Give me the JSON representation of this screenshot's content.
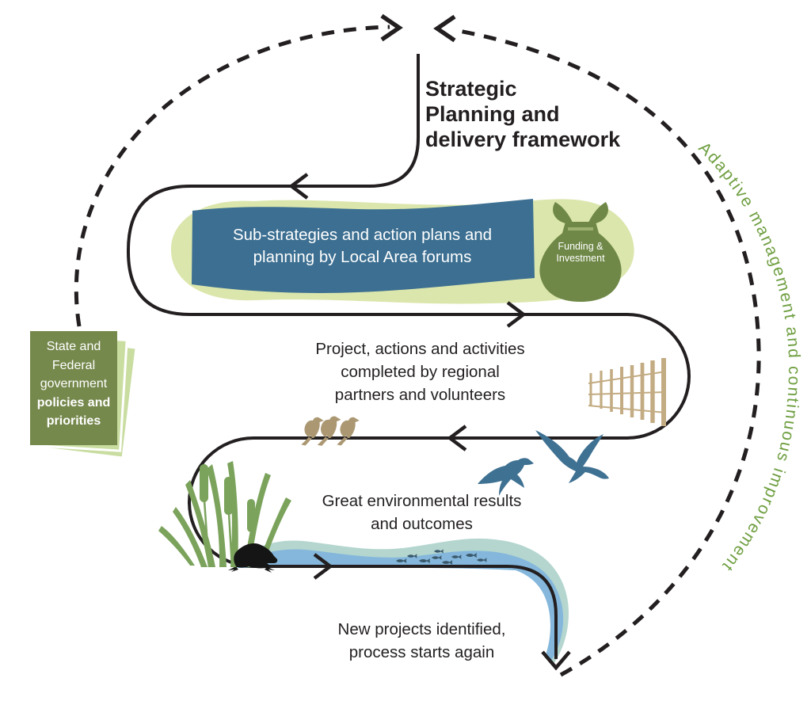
{
  "title": {
    "lines": [
      "Strategic",
      "Planning and",
      "delivery framework"
    ]
  },
  "outer_loop": {
    "label": "Adaptive management and continuous improvement"
  },
  "banner": {
    "lines": [
      "Sub-strategies and action plans and",
      "planning by Local Area forums"
    ]
  },
  "funding_bag": {
    "lines": [
      "Funding &",
      "Investment"
    ]
  },
  "policies_card": {
    "lines": [
      "State and",
      "Federal",
      "government",
      "policies and",
      "priorities"
    ]
  },
  "steps": {
    "projects": {
      "lines": [
        "Project, actions and activities",
        "completed by regional",
        "partners and volunteers"
      ]
    },
    "results": {
      "lines": [
        "Great environmental results",
        "and outcomes"
      ]
    },
    "restart": {
      "lines": [
        "New projects identified,",
        "process starts again"
      ]
    }
  },
  "icons": {
    "funding": "money-bag-icon",
    "fence": "fence-icon",
    "perched_birds": "perched-birds-icon",
    "flying_birds": "flying-ibis-icon",
    "reeds": "cattail-reeds-icon",
    "frog": "frog-icon",
    "water": "water-stream-icon",
    "fish": "fish-school-icon"
  },
  "colors": {
    "line_black": "#231f20",
    "banner_blue": "#3c6f91",
    "blob_green": "#dbe6ac",
    "bag_green": "#6f8847",
    "card_green": "#76894d",
    "card_sheet_green": "#c9dda1",
    "label_green": "#6f9f41",
    "fence_tan": "#c3ac83",
    "bird_tan": "#ab9873",
    "ibis_blue": "#3f7192",
    "water_blue": "#84b7db",
    "water_light": "#b4d6cf",
    "fish_dark": "#3a596c",
    "reed_green": "#7ba35c"
  }
}
